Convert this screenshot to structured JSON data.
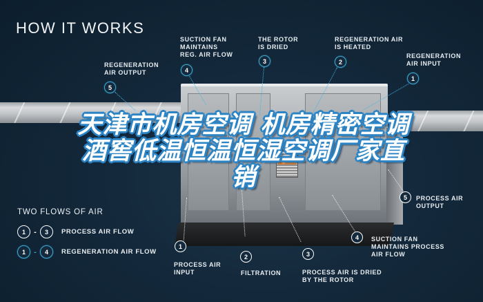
{
  "title": "HOW IT WORKS",
  "overlay_text": "天津市机房空调  机房精密空调  酒窖低温恒温恒湿空调厂家直销",
  "colors": {
    "background": "#13283a",
    "regeneration_accent": "#3aa6cf",
    "process_accent": "#ffffff",
    "overlay_stroke": "#2d84c4"
  },
  "regeneration_callouts": [
    {
      "num": "5",
      "label": "REGENERATION\nAIR OUTPUT"
    },
    {
      "num": "4",
      "label": "SUCTION FAN\nMAINTAINS\nREG. AIR FLOW"
    },
    {
      "num": "3",
      "label": "THE ROTOR\nIS DRIED"
    },
    {
      "num": "2",
      "label": "REGENERATION AIR\nIS HEATED"
    },
    {
      "num": "1",
      "label": "REGENERATION\nAIR INPUT"
    }
  ],
  "process_callouts": [
    {
      "num": "1",
      "label": "PROCESS AIR\nINPUT"
    },
    {
      "num": "2",
      "label": "FILTRATION"
    },
    {
      "num": "3",
      "label": "PROCESS AIR IS DRIED\nBY THE ROTOR"
    },
    {
      "num": "4",
      "label": "SUCTION FAN\nMAINTAINS PROCESS\nAIR FLOW"
    },
    {
      "num": "5",
      "label": "PROCESS AIR\nOUTPUT"
    }
  ],
  "legend": {
    "title": "TWO FLOWS OF AIR",
    "rows": [
      {
        "from": "1",
        "dash": "-",
        "to": "3",
        "label": "PROCESS AIR FLOW"
      },
      {
        "from": "1",
        "dash": "-",
        "to": "4",
        "label": "REGENERATION AIR FLOW"
      }
    ]
  }
}
